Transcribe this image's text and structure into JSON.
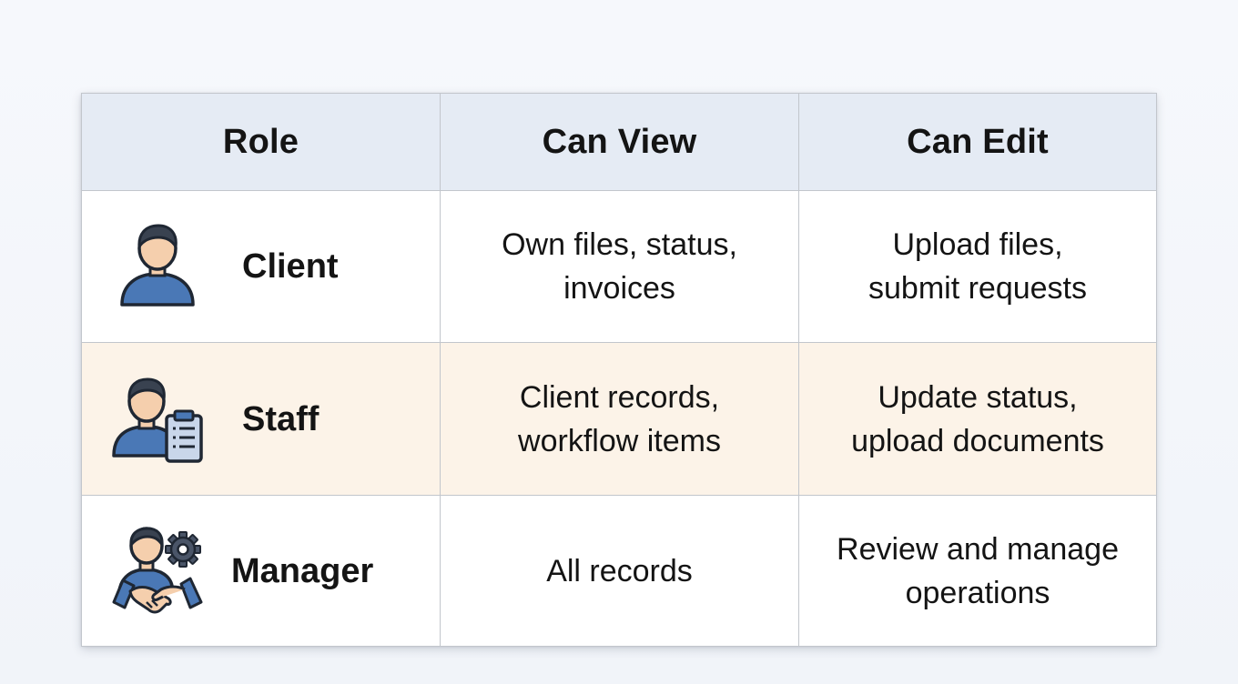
{
  "table": {
    "headers": [
      "Role",
      "Can View",
      "Can Edit"
    ],
    "rows": [
      {
        "role": "Client",
        "icon": "user-icon",
        "can_view": [
          "Own files, status,",
          "invoices"
        ],
        "can_edit": [
          "Upload files,",
          "submit requests"
        ]
      },
      {
        "role": "Staff",
        "icon": "staff-clipboard-icon",
        "can_view": [
          "Client records,",
          "workflow items"
        ],
        "can_edit": [
          "Update status,",
          "upload documents"
        ]
      },
      {
        "role": "Manager",
        "icon": "manager-handshake-gear-icon",
        "can_view": [
          "All records"
        ],
        "can_edit": [
          "Review and manage",
          "operations"
        ]
      }
    ]
  },
  "colors": {
    "header_bg": "#e5ebf4",
    "staff_row_bg": "#fcf3e8",
    "icon_body_blue": "#4a78b6",
    "icon_skin": "#f5cfad",
    "icon_hair": "#394250",
    "border": "#c2c6cc"
  }
}
